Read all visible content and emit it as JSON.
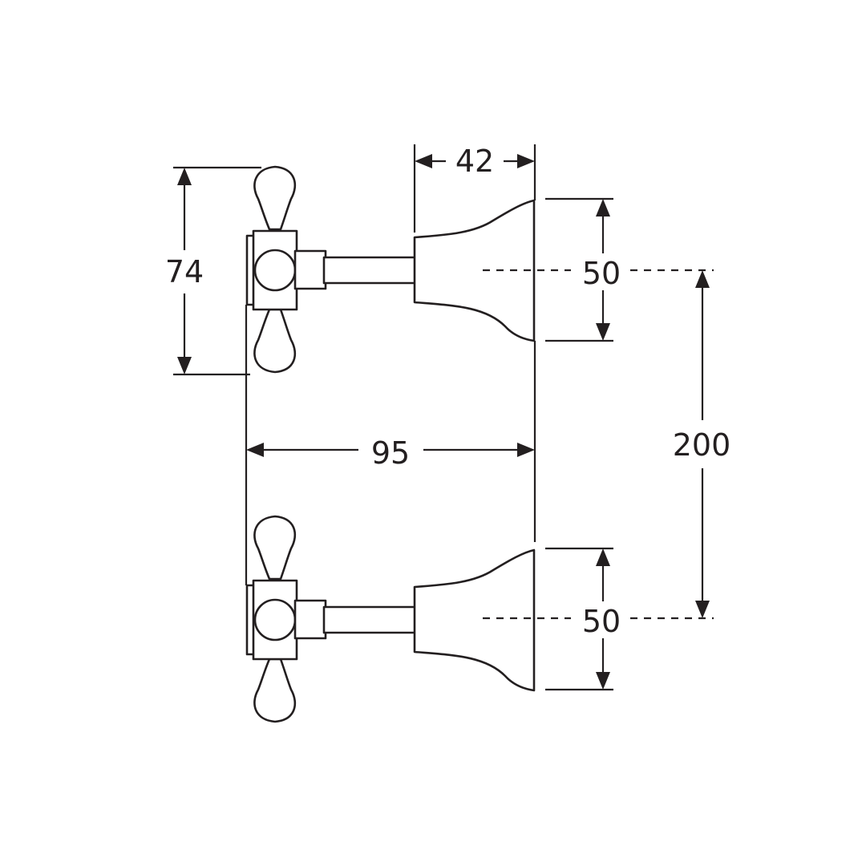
{
  "colors": {
    "ink": "#231f20",
    "background": "#ffffff"
  },
  "dimensions": {
    "handle_height": "74",
    "spout_length": "42",
    "outlet_top": "50",
    "outlet_bottom": "50",
    "centres": "200",
    "projection": "95"
  }
}
